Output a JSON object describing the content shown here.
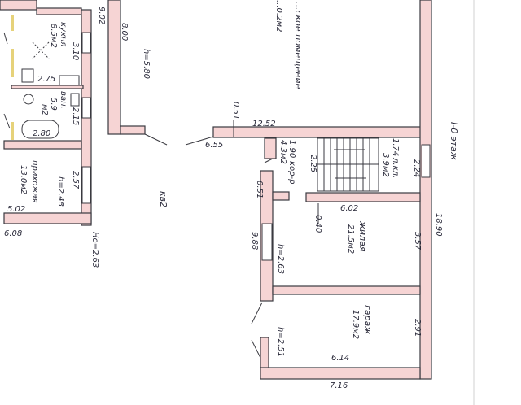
{
  "plan": {
    "floor_label": "I-0 этаж",
    "apartment": "кв2",
    "kitchen": {
      "name": "кухня",
      "area": "8.5м2",
      "dims": [
        "3.10",
        "2.75"
      ]
    },
    "bathroom": {
      "name": "ван.",
      "area": "5.9",
      "unit": "м2",
      "dims": [
        "2.15",
        "2.80"
      ]
    },
    "hallway": {
      "name": "прихожая",
      "area": "13.0м2",
      "height": "h=2.48",
      "dims": [
        "2.57",
        "5.02"
      ]
    },
    "commercial": {
      "name": "...ское помещение",
      "area": "...0.2м2",
      "height": "h=5.80",
      "dims": [
        "9.02",
        "8.00",
        "12.52",
        "0.51",
        "6.55"
      ]
    },
    "corridor": {
      "name": "кор-р",
      "area": "4.3м2",
      "dims": [
        "1.90",
        "2.25",
        "0.51"
      ]
    },
    "stairwell": {
      "name": "л.кл.",
      "area": "3.9м2",
      "dims": [
        "1.74",
        "2.24"
      ]
    },
    "living": {
      "name": "жилая",
      "area": "21.5м2",
      "height": "h=2.63",
      "dims": [
        "6.02",
        "0.40",
        "3.57",
        "9.88"
      ]
    },
    "garage": {
      "name": "гараж",
      "area": "17.9м2",
      "height": "h=2.51",
      "dims": [
        "2.91",
        "6.14",
        "7.16"
      ]
    },
    "overall": {
      "dims": [
        "6.08",
        "18.90"
      ],
      "ground_height": "Но=2.63"
    }
  }
}
